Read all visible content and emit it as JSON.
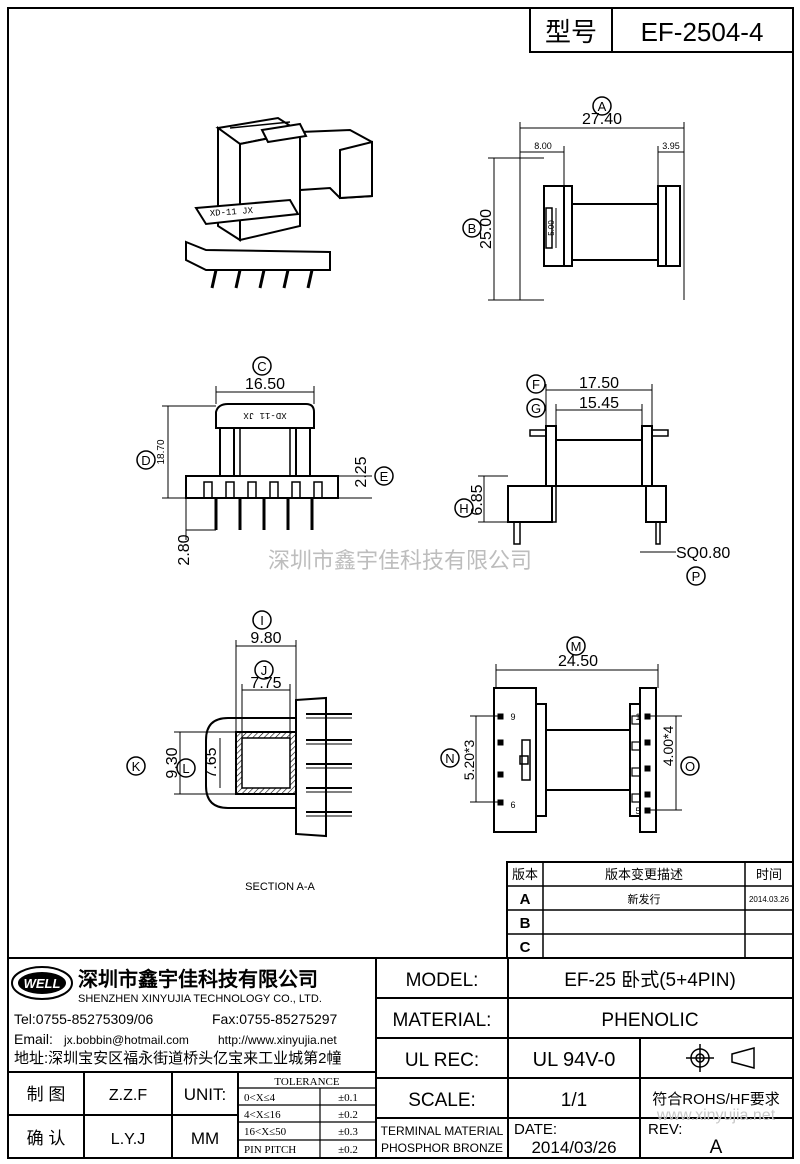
{
  "header": {
    "model_label": "型号",
    "model_value": "EF-2504-4"
  },
  "watermark": "深圳市鑫宇佳科技有限公司",
  "watermark_url": "www.xinyujia.net",
  "views": {
    "side": {
      "A_val": "27.40",
      "left_w": "8.00",
      "right_w": "3.95",
      "B_val": "25.00",
      "inner": "5.00",
      "A_letter": "A",
      "B_letter": "B"
    },
    "front": {
      "C_val": "16.50",
      "D_val": "18.70",
      "E_val": "2.25",
      "pin": "2.80",
      "label_text": "XD-11  JX",
      "C_letter": "C",
      "D_letter": "D",
      "E_letter": "E"
    },
    "top": {
      "F_val": "17.50",
      "G_val": "15.45",
      "H_val": "6.85",
      "P_val": "SQ0.80",
      "F_letter": "F",
      "G_letter": "G",
      "H_letter": "H",
      "P_letter": "P"
    },
    "section": {
      "I_val": "9.80",
      "J_val": "7.75",
      "K_val": "9.30",
      "L_val": "7.65",
      "caption": "SECTION   A-A",
      "I_letter": "I",
      "J_letter": "J",
      "K_letter": "K",
      "L_letter": "L"
    },
    "bottom": {
      "M_val": "24.50",
      "N_val": "5.20*3",
      "O_val": "4.00*4",
      "pin9": "9",
      "pin6": "6",
      "pin1": "1",
      "pin5": "5",
      "M_letter": "M",
      "N_letter": "N",
      "O_letter": "O"
    }
  },
  "revision": {
    "headers": [
      "版本",
      "版本变更描述",
      "时间"
    ],
    "rows": [
      {
        "rev": "A",
        "desc": "新发行",
        "date": "2014.03.26"
      },
      {
        "rev": "B",
        "desc": "",
        "date": ""
      },
      {
        "rev": "C",
        "desc": "",
        "date": ""
      }
    ]
  },
  "company": {
    "logo_text": "WELL",
    "name_cn": "深圳市鑫宇佳科技有限公司",
    "name_en": "SHENZHEN XINYUJIA TECHNOLOGY CO., LTD.",
    "tel": "Tel:0755-85275309/06",
    "fax": "Fax:0755-85275297",
    "email_label": "Email:",
    "email": "jx.bobbin@hotmail.com",
    "web": "http://www.xinyujia.net",
    "address": "地址:深圳宝安区福永街道桥头亿宝来工业城第2幢"
  },
  "titleblock": {
    "model_label": "MODEL:",
    "model_value": "EF-25 卧式(5+4PIN)",
    "material_label": "MATERIAL:",
    "material_value": "PHENOLIC",
    "ul_label": "UL REC:",
    "ul_value": "UL 94V-0",
    "scale_label": "SCALE:",
    "scale_value": "1/1",
    "rohs": "符合ROHS/HF要求",
    "terminal_label1": "TERMINAL MATERIAL",
    "terminal_label2": "PHOSPHOR BRONZE",
    "date_label": "DATE:",
    "date_value": "2014/03/26",
    "rev_label": "REV:",
    "rev_value": "A",
    "draw_label": "制 图",
    "draw_value": "Z.Z.F",
    "check_label": "确 认",
    "check_value": "L.Y.J",
    "unit_label": "UNIT:",
    "unit_value": "MM",
    "tolerance_title": "TOLERANCE",
    "tolerance": [
      {
        "range": "0<X≤4",
        "tol": "±0.1"
      },
      {
        "range": "4<X≤16",
        "tol": "±0.2"
      },
      {
        "range": "16<X≤50",
        "tol": "±0.3"
      },
      {
        "range": "PIN PITCH",
        "tol": "±0.2"
      }
    ]
  }
}
